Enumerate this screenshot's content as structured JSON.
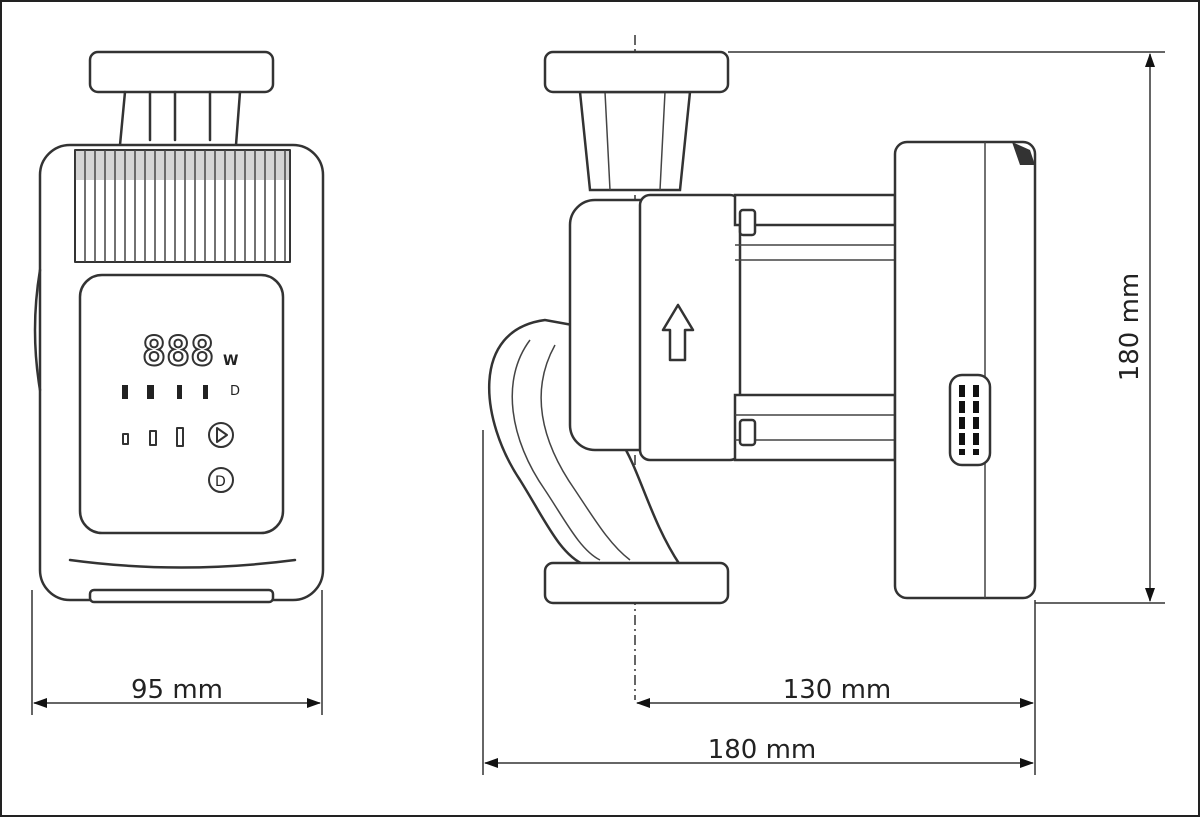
{
  "title": "Circulation pump dimension drawing",
  "front_view": {
    "display_digits": "888",
    "display_unit": "W",
    "width_label": "95 mm"
  },
  "side_view": {
    "height_label": "180 mm",
    "motor_offset_label": "130 mm",
    "overall_length_label": "180 mm"
  },
  "colors": {
    "line": "#333333",
    "background": "#ffffff"
  }
}
